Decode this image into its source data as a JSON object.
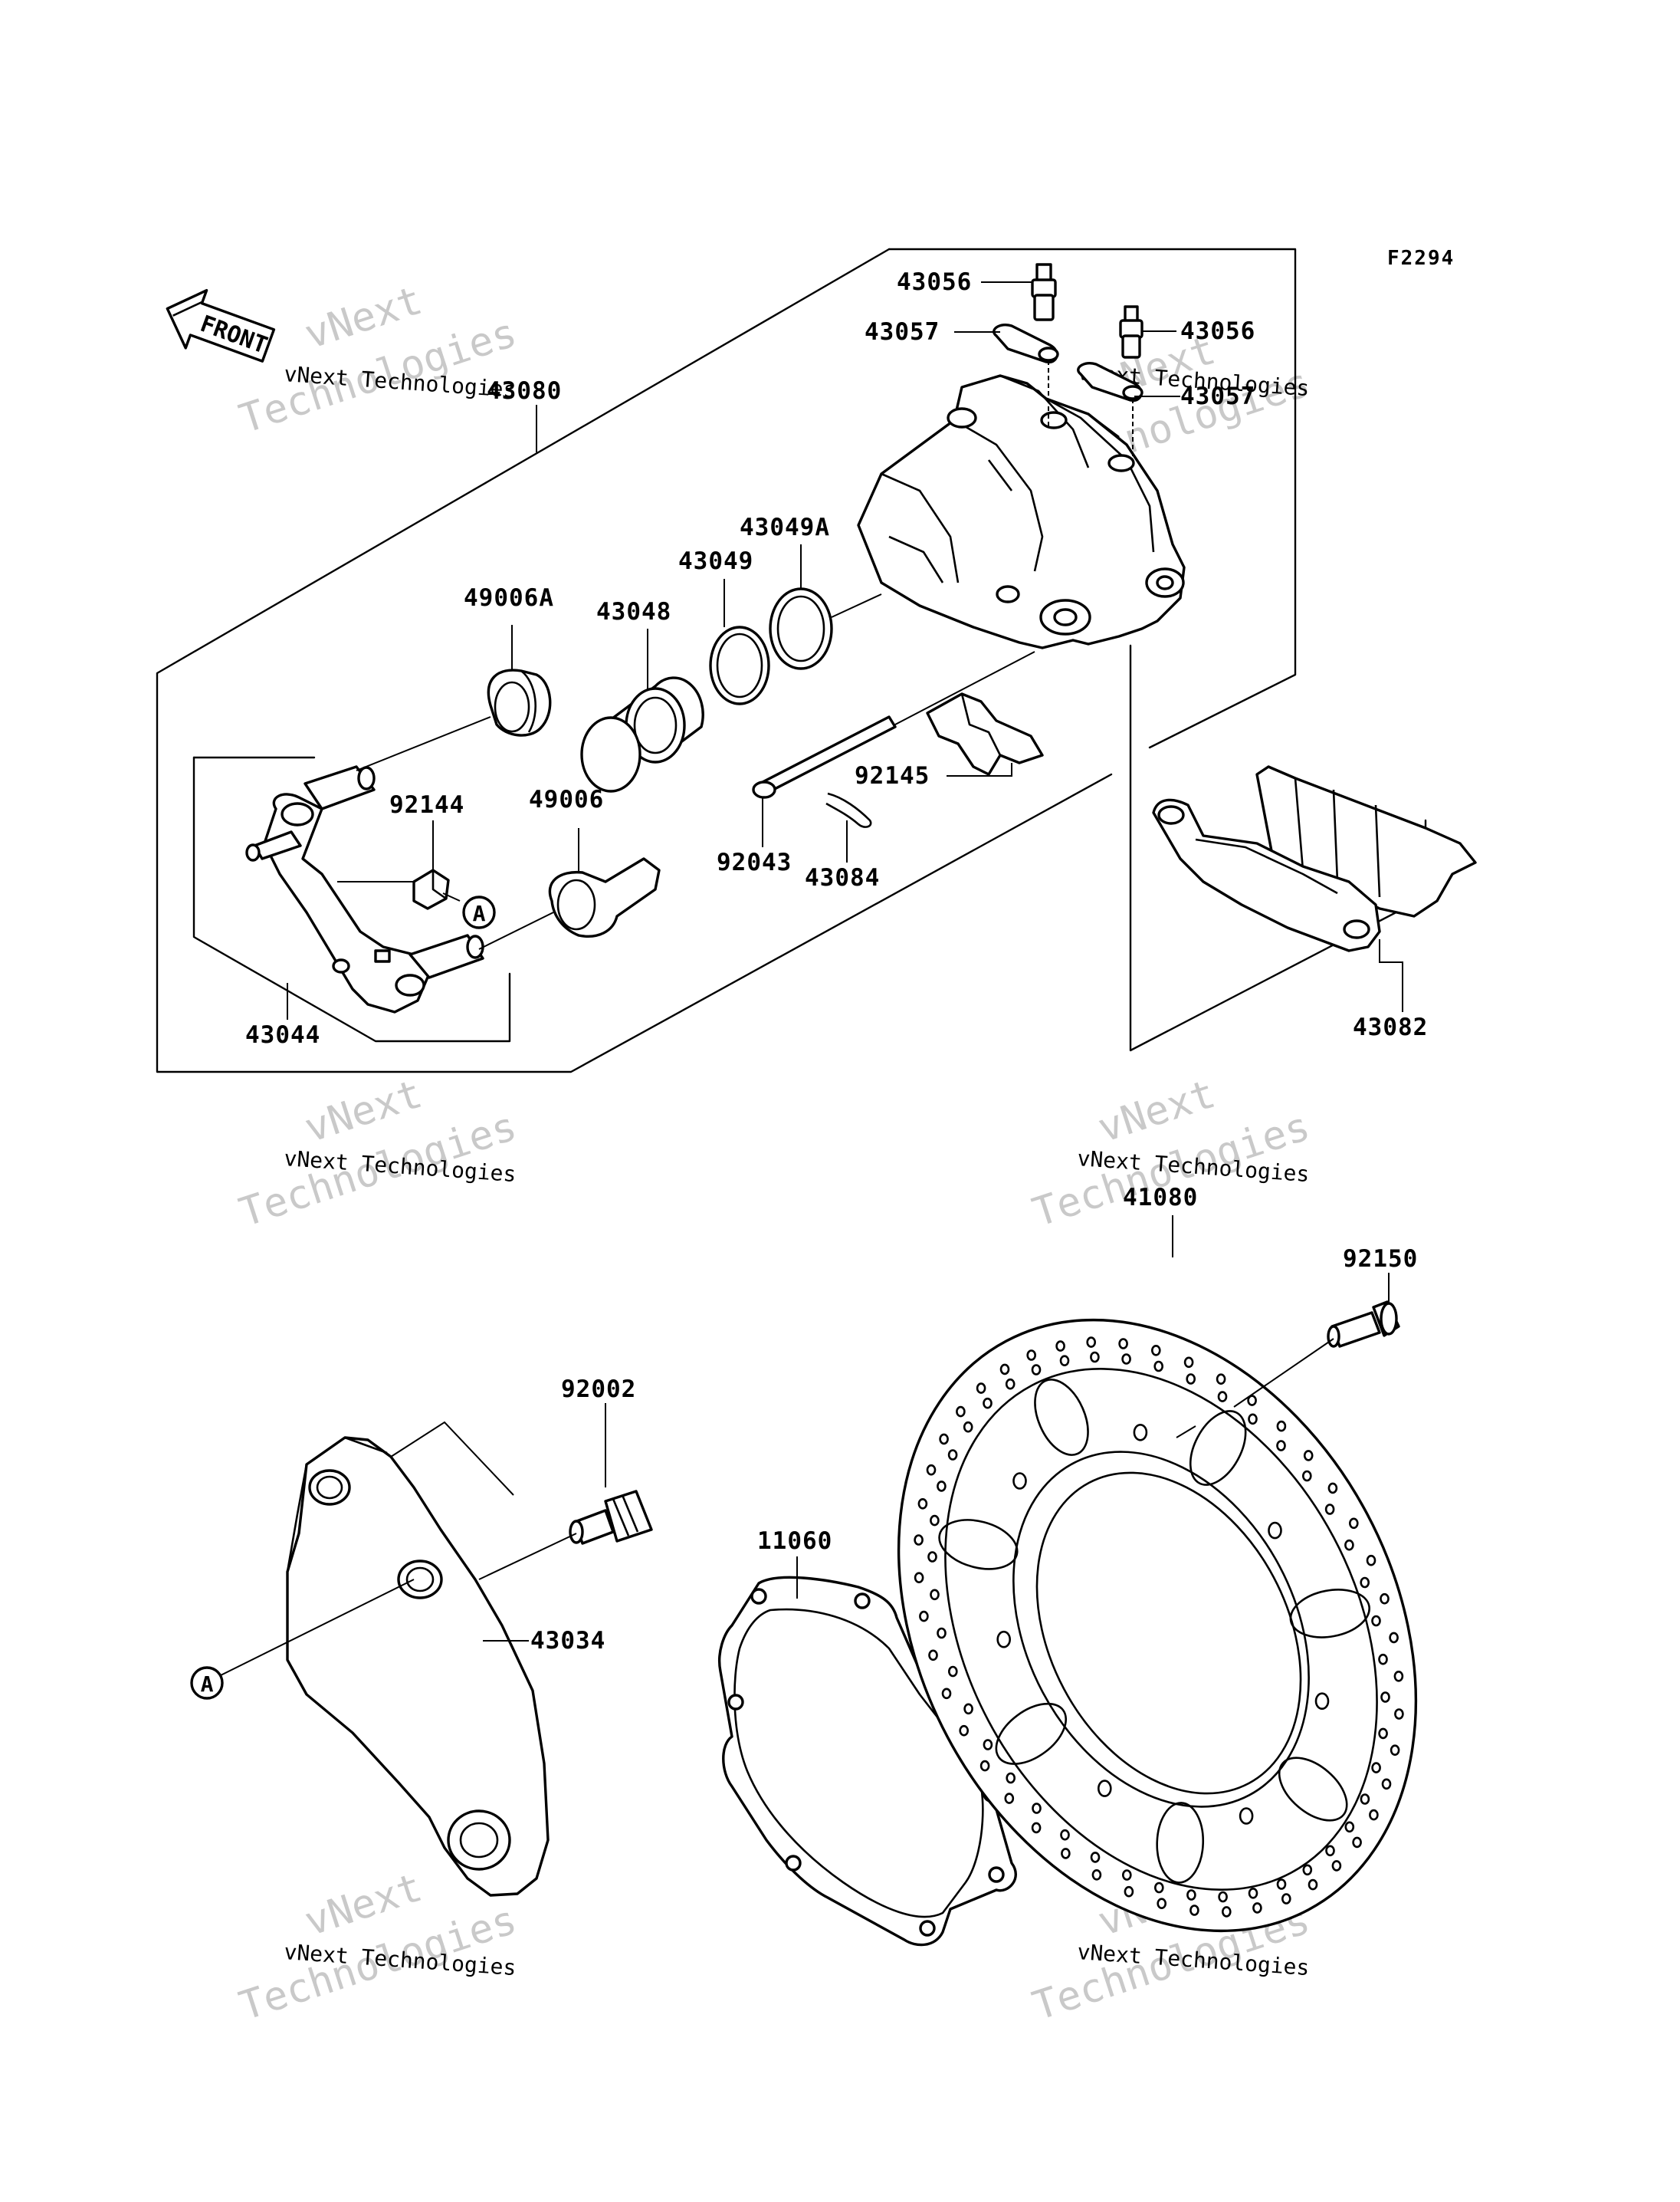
{
  "figure_code": "F2294",
  "front_label": "FRONT",
  "callout_letter": "A",
  "watermark": {
    "company": "vNext Technologies",
    "big_line1": "vNext",
    "big_line2": "Technologies"
  },
  "parts": [
    {
      "id": "p43080",
      "number": "43080"
    },
    {
      "id": "p43056a",
      "number": "43056"
    },
    {
      "id": "p43056b",
      "number": "43056"
    },
    {
      "id": "p43057a",
      "number": "43057"
    },
    {
      "id": "p43057b",
      "number": "43057"
    },
    {
      "id": "p43049a",
      "number": "43049A"
    },
    {
      "id": "p43049",
      "number": "43049"
    },
    {
      "id": "p43048",
      "number": "43048"
    },
    {
      "id": "p49006a",
      "number": "49006A"
    },
    {
      "id": "p92144",
      "number": "92144"
    },
    {
      "id": "p49006",
      "number": "49006"
    },
    {
      "id": "p92145",
      "number": "92145"
    },
    {
      "id": "p92043",
      "number": "92043"
    },
    {
      "id": "p43084",
      "number": "43084"
    },
    {
      "id": "p43044",
      "number": "43044"
    },
    {
      "id": "p43082",
      "number": "43082"
    },
    {
      "id": "p41080",
      "number": "41080"
    },
    {
      "id": "p92150",
      "number": "92150"
    },
    {
      "id": "p92002",
      "number": "92002"
    },
    {
      "id": "p11060",
      "number": "11060"
    },
    {
      "id": "p43034",
      "number": "43034"
    }
  ]
}
